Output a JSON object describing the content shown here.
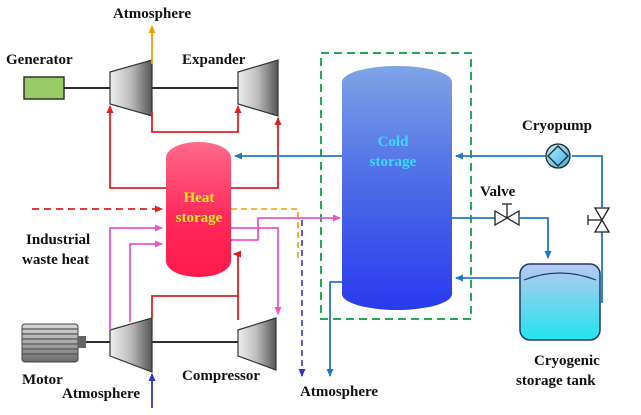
{
  "labels": {
    "atmosphere_top": "Atmosphere",
    "generator": "Generator",
    "expander": "Expander",
    "heat_storage_line1": "Heat",
    "heat_storage_line2": "storage",
    "industrial_line1": "Industrial",
    "industrial_line2": "waste heat",
    "motor": "Motor",
    "atmosphere_bottom_left": "Atmosphere",
    "compressor": "Compressor",
    "atmosphere_bottom_mid": "Atmosphere",
    "cold_storage_line1": "Cold",
    "cold_storage_line2": "storage",
    "valve": "Valve",
    "cryopump": "Cryopump",
    "cryogenic_line1": "Cryogenic",
    "cryogenic_line2": "storage tank"
  },
  "colors": {
    "heat_flow": "#e02020",
    "cold_flow": "#1f78c8",
    "pink_flow": "#ee55cc",
    "orange_flow": "#f0a000",
    "dashed_box": "#22aa55",
    "heat_text": "#ffee22",
    "cold_text": "#33ddff",
    "generator_fill": "#99cc66"
  }
}
